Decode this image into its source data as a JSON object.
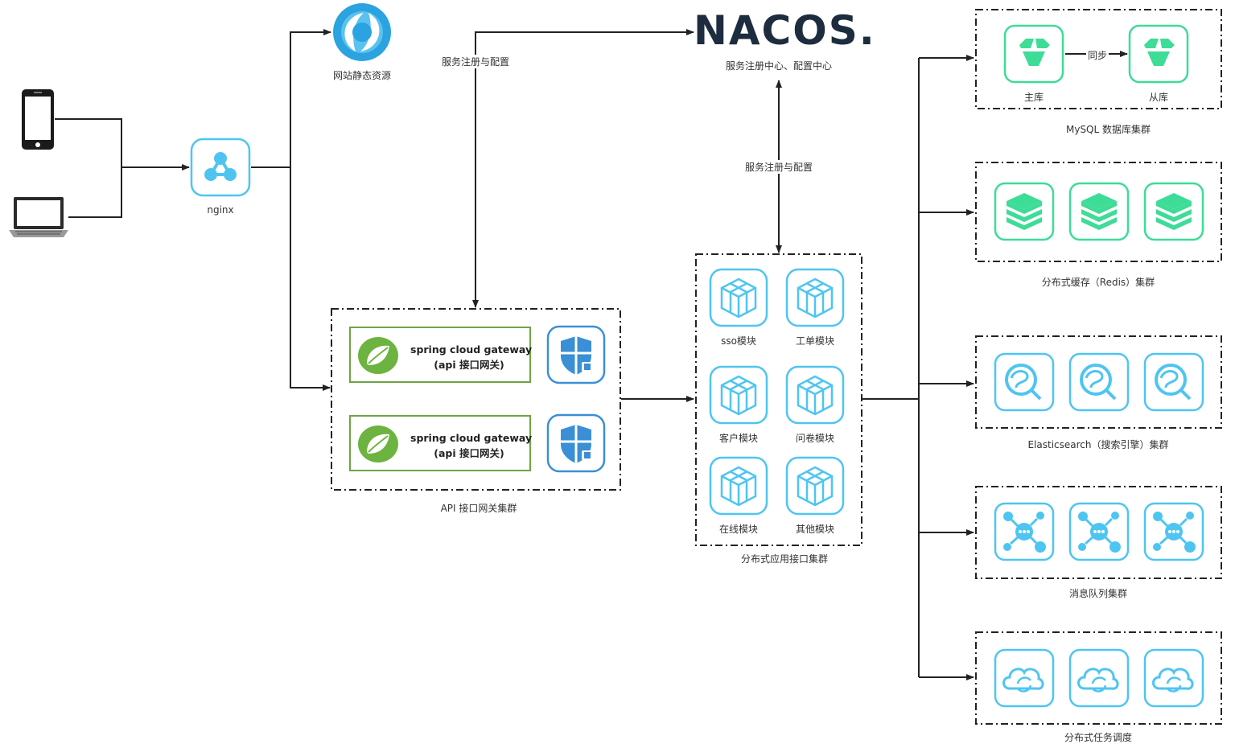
{
  "clients": {
    "phone_icon": "mobile-phone-icon",
    "laptop_icon": "laptop-icon"
  },
  "nginx": {
    "label": "nginx",
    "icon": "nginx-icon",
    "color": "#4ec5f1"
  },
  "static": {
    "label": "网站静态资源",
    "icon": "static-resource-icon"
  },
  "nacos": {
    "logo_text": "NACOS.",
    "label": "服务注册中心、配置中心",
    "logo_color": "#1d2c3f",
    "accent": "#24c1c7"
  },
  "edges": {
    "gateway_to_nacos": "服务注册与配置",
    "apps_to_nacos": "服务注册与配置",
    "sync": "同步"
  },
  "gateway_cluster": {
    "label": "API 接口网关集群",
    "gateways": [
      {
        "line1": "spring cloud gateway",
        "line2": "(api 接口网关)"
      },
      {
        "line1": "spring cloud gateway",
        "line2": "(api 接口网关)"
      }
    ],
    "spring_color": "#6db33f"
  },
  "app_cluster": {
    "label": "分布式应用接口集群",
    "modules": [
      "sso模块",
      "工单模块",
      "客户模块",
      "问卷模块",
      "在线模块",
      "其他模块"
    ]
  },
  "mysql": {
    "label": "MySQL 数据库集群",
    "master": "主库",
    "slave": "从库",
    "color": "#3ddc97"
  },
  "redis": {
    "label": "分布式缓存（Redis）集群",
    "color": "#3ddc97"
  },
  "es": {
    "label": "Elasticsearch（搜索引擎）集群"
  },
  "mq": {
    "label": "消息队列集群"
  },
  "jobs": {
    "label": "分布式任务调度"
  },
  "colors": {
    "blue_icon": "#4ec5f1",
    "green_icon": "#3ddc97",
    "line": "#222222"
  }
}
